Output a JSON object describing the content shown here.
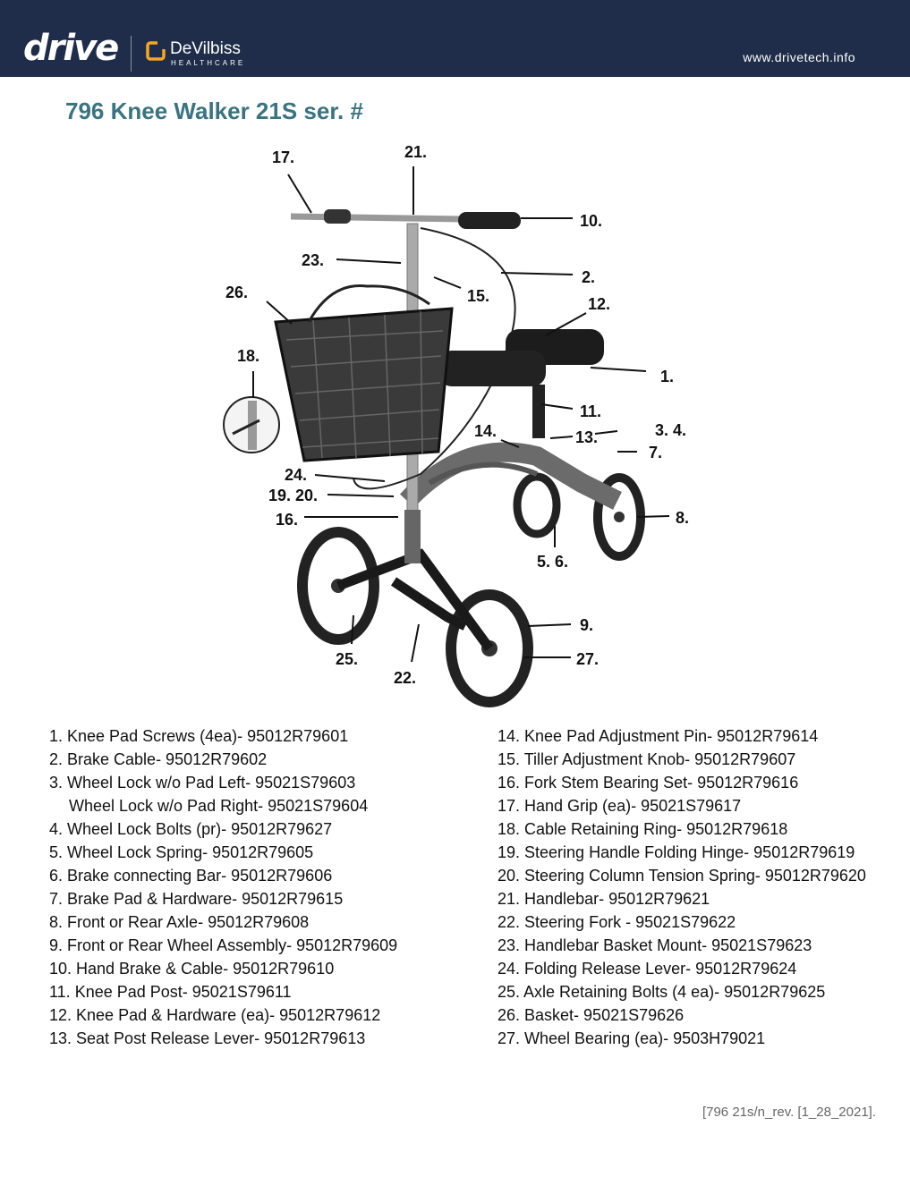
{
  "header": {
    "brand": "drive",
    "partner_name": "DeVilbiss",
    "partner_sub": "HEALTHCARE",
    "url": "www.drivetech.info",
    "bg_color": "#1f2d4a",
    "accent_color": "#f5a623"
  },
  "title": "796 Knee Walker 21S ser. #",
  "diagram_labels": {
    "l17": "17.",
    "l21": "21.",
    "l10": "10.",
    "l23": "23.",
    "l2": "2.",
    "l26": "26.",
    "l15": "15.",
    "l12": "12.",
    "l18": "18.",
    "l1": "1.",
    "l11": "11.",
    "l14": "14.",
    "l13": "13.",
    "l34": "3. 4.",
    "l7": "7.",
    "l24": "24.",
    "l1920": "19. 20.",
    "l16": "16.",
    "l8": "8.",
    "l56": "5. 6.",
    "l9": "9.",
    "l25": "25.",
    "l27": "27.",
    "l22": "22."
  },
  "parts_left": [
    "1. Knee Pad Screws (4ea)- 95012R79601",
    "2. Brake Cable- 95012R79602",
    "3. Wheel Lock w/o Pad Left- 95021S79603",
    "Wheel Lock w/o Pad Right- 95021S79604",
    "4. Wheel Lock Bolts (pr)- 95012R79627",
    "5. Wheel Lock Spring- 95012R79605",
    "6. Brake connecting Bar- 95012R79606",
    "7. Brake Pad & Hardware- 95012R79615",
    "8. Front or Rear Axle- 95012R79608",
    "9. Front or Rear Wheel Assembly- 95012R79609",
    "10. Hand Brake & Cable- 95012R79610",
    "11. Knee Pad Post- 95021S79611",
    "12. Knee Pad & Hardware (ea)- 95012R79612",
    "13. Seat Post Release Lever- 95012R79613"
  ],
  "parts_right": [
    "14. Knee Pad Adjustment Pin- 95012R79614",
    "15. Tiller Adjustment Knob- 95012R79607",
    "16. Fork Stem Bearing Set- 95012R79616",
    "17. Hand Grip (ea)- 95021S79617",
    "18. Cable Retaining Ring- 95012R79618",
    "19. Steering Handle Folding Hinge- 95012R79619",
    "20. Steering Column Tension Spring- 95012R79620",
    "21. Handlebar- 95012R79621",
    "22. Steering Fork  - 95021S79622",
    "23. Handlebar Basket Mount- 95021S79623",
    "24. Folding Release Lever- 95012R79624",
    "25. Axle Retaining Bolts (4 ea)- 95012R79625",
    "26. Basket- 95021S79626",
    "27. Wheel Bearing (ea)- 9503H79021"
  ],
  "revision": "[796 21s/n_rev. [1_28_2021]."
}
